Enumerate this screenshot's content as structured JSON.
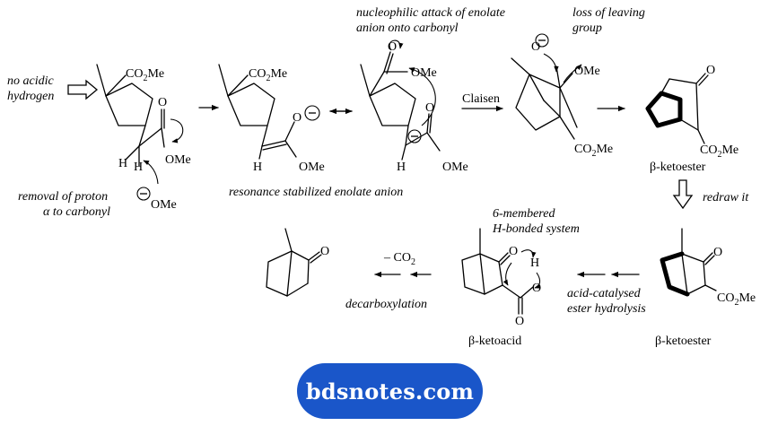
{
  "labels": {
    "no_acidic_1": "no acidic",
    "no_acidic_2": "hydrogen",
    "nucleophilic_1": "nucleophilic attack of enolate",
    "nucleophilic_2": "anion onto carbonyl",
    "loss_1": "loss of leaving",
    "loss_2": "group",
    "removal_1": "removal of proton",
    "removal_2": "α to carbonyl",
    "resonance": "resonance stabilized enolate anion",
    "claisen": "Claisen",
    "redraw": "redraw it",
    "sixmem_1": "6-membered",
    "sixmem_2": "H-bonded system",
    "co2": "– CO",
    "co2_sub": "2",
    "decarboxylation": "decarboxylation",
    "acid_1": "acid-catalysed",
    "acid_2": "ester hydrolysis",
    "ketoester_1": "β-ketoester",
    "ketoester_2": "β-ketoester",
    "ketoacid": "β-ketoacid"
  },
  "atoms": {
    "co2me": "CO",
    "co2me_sub": "2",
    "co2me_tail": "Me",
    "ome": "OMe",
    "o": "O",
    "h": "H"
  },
  "watermark": "bdsnotes.com",
  "colors": {
    "watermark_bg": "#1a56c9",
    "watermark_text": "#ffffff"
  }
}
